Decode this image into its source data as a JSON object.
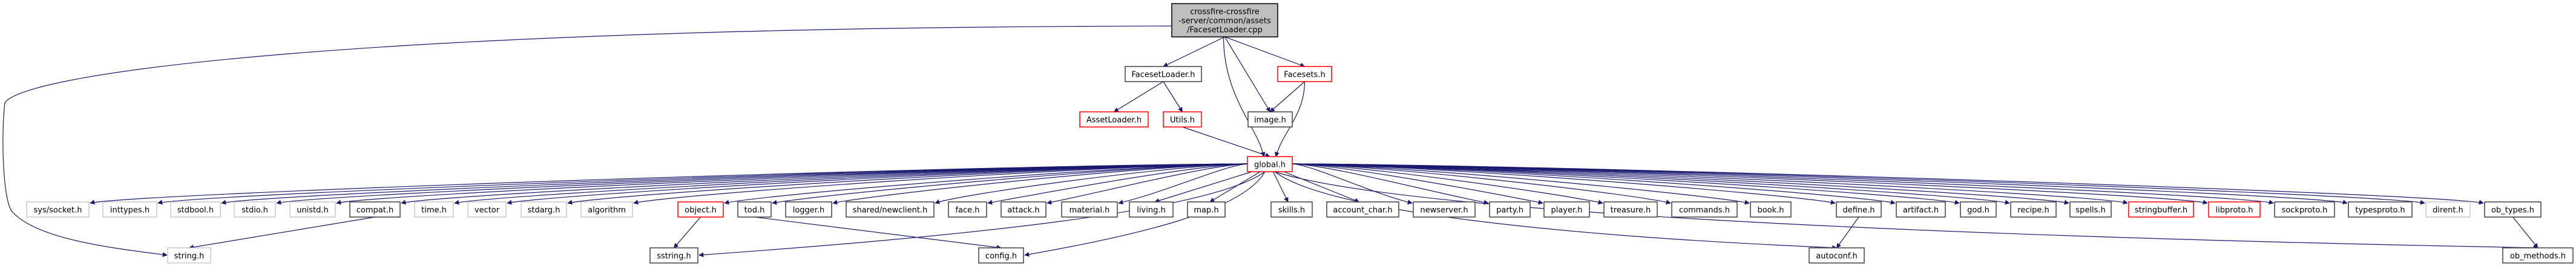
{
  "title": "Include dependency graph for FacesetLoader.cpp",
  "colors": {
    "edge": "#191970",
    "root_fill": "#bfbfbf",
    "border_root": "#000000",
    "border_documented": "#404040",
    "border_has_children": "#ff0000",
    "border_external": "#bfbfbf"
  },
  "nodes": [
    {
      "id": "root",
      "lines": [
        "crossfire-crossfire",
        "-server/common/assets",
        "/FacesetLoader.cpp"
      ],
      "kind": "root"
    },
    {
      "id": "FacesetLoader_h",
      "lines": [
        "FacesetLoader.h"
      ],
      "kind": "documented"
    },
    {
      "id": "Facesets_h",
      "lines": [
        "Facesets.h"
      ],
      "kind": "has_children"
    },
    {
      "id": "AssetLoader_h",
      "lines": [
        "AssetLoader.h"
      ],
      "kind": "has_children"
    },
    {
      "id": "Utils_h",
      "lines": [
        "Utils.h"
      ],
      "kind": "has_children"
    },
    {
      "id": "image_h",
      "lines": [
        "image.h"
      ],
      "kind": "documented"
    },
    {
      "id": "global_h",
      "lines": [
        "global.h"
      ],
      "kind": "has_children"
    },
    {
      "id": "sys_socket_h",
      "lines": [
        "sys/socket.h"
      ],
      "kind": "external"
    },
    {
      "id": "inttypes_h",
      "lines": [
        "inttypes.h"
      ],
      "kind": "external"
    },
    {
      "id": "stdbool_h",
      "lines": [
        "stdbool.h"
      ],
      "kind": "external"
    },
    {
      "id": "stdio_h",
      "lines": [
        "stdio.h"
      ],
      "kind": "external"
    },
    {
      "id": "unistd_h",
      "lines": [
        "unistd.h"
      ],
      "kind": "external"
    },
    {
      "id": "compat_h",
      "lines": [
        "compat.h"
      ],
      "kind": "documented"
    },
    {
      "id": "time_h",
      "lines": [
        "time.h"
      ],
      "kind": "external"
    },
    {
      "id": "vector",
      "lines": [
        "vector"
      ],
      "kind": "external"
    },
    {
      "id": "stdarg_h",
      "lines": [
        "stdarg.h"
      ],
      "kind": "external"
    },
    {
      "id": "algorithm",
      "lines": [
        "algorithm"
      ],
      "kind": "external"
    },
    {
      "id": "object_h",
      "lines": [
        "object.h"
      ],
      "kind": "has_children"
    },
    {
      "id": "tod_h",
      "lines": [
        "tod.h"
      ],
      "kind": "documented"
    },
    {
      "id": "logger_h",
      "lines": [
        "logger.h"
      ],
      "kind": "documented"
    },
    {
      "id": "newclient_h",
      "lines": [
        "shared/newclient.h"
      ],
      "kind": "documented"
    },
    {
      "id": "face_h",
      "lines": [
        "face.h"
      ],
      "kind": "documented"
    },
    {
      "id": "attack_h",
      "lines": [
        "attack.h"
      ],
      "kind": "documented"
    },
    {
      "id": "material_h",
      "lines": [
        "material.h"
      ],
      "kind": "documented"
    },
    {
      "id": "living_h",
      "lines": [
        "living.h"
      ],
      "kind": "documented"
    },
    {
      "id": "map_h",
      "lines": [
        "map.h"
      ],
      "kind": "documented"
    },
    {
      "id": "skills_h",
      "lines": [
        "skills.h"
      ],
      "kind": "documented"
    },
    {
      "id": "account_char_h",
      "lines": [
        "account_char.h"
      ],
      "kind": "documented"
    },
    {
      "id": "newserver_h",
      "lines": [
        "newserver.h"
      ],
      "kind": "documented"
    },
    {
      "id": "party_h",
      "lines": [
        "party.h"
      ],
      "kind": "documented"
    },
    {
      "id": "player_h",
      "lines": [
        "player.h"
      ],
      "kind": "documented"
    },
    {
      "id": "treasure_h",
      "lines": [
        "treasure.h"
      ],
      "kind": "documented"
    },
    {
      "id": "commands_h",
      "lines": [
        "commands.h"
      ],
      "kind": "documented"
    },
    {
      "id": "book_h",
      "lines": [
        "book.h"
      ],
      "kind": "documented"
    },
    {
      "id": "define_h",
      "lines": [
        "define.h"
      ],
      "kind": "documented"
    },
    {
      "id": "artifact_h",
      "lines": [
        "artifact.h"
      ],
      "kind": "documented"
    },
    {
      "id": "god_h",
      "lines": [
        "god.h"
      ],
      "kind": "documented"
    },
    {
      "id": "recipe_h",
      "lines": [
        "recipe.h"
      ],
      "kind": "documented"
    },
    {
      "id": "spells_h",
      "lines": [
        "spells.h"
      ],
      "kind": "documented"
    },
    {
      "id": "stringbuffer_h",
      "lines": [
        "stringbuffer.h"
      ],
      "kind": "has_children"
    },
    {
      "id": "libproto_h",
      "lines": [
        "libproto.h"
      ],
      "kind": "has_children"
    },
    {
      "id": "sockproto_h",
      "lines": [
        "sockproto.h"
      ],
      "kind": "documented"
    },
    {
      "id": "typesproto_h",
      "lines": [
        "typesproto.h"
      ],
      "kind": "documented"
    },
    {
      "id": "dirent_h",
      "lines": [
        "dirent.h"
      ],
      "kind": "external"
    },
    {
      "id": "ob_types_h",
      "lines": [
        "ob_types.h"
      ],
      "kind": "documented"
    },
    {
      "id": "string_h",
      "lines": [
        "string.h"
      ],
      "kind": "external"
    },
    {
      "id": "sstring_h",
      "lines": [
        "sstring.h"
      ],
      "kind": "documented"
    },
    {
      "id": "config_h",
      "lines": [
        "config.h"
      ],
      "kind": "documented"
    },
    {
      "id": "autoconf_h",
      "lines": [
        "autoconf.h"
      ],
      "kind": "documented"
    },
    {
      "id": "ob_methods_h",
      "lines": [
        "ob_methods.h"
      ],
      "kind": "documented"
    }
  ],
  "edges": [
    [
      "root",
      "FacesetLoader_h"
    ],
    [
      "root",
      "Facesets_h"
    ],
    [
      "root",
      "image_h"
    ],
    [
      "root",
      "global_h"
    ],
    [
      "root",
      "string_h"
    ],
    [
      "FacesetLoader_h",
      "AssetLoader_h"
    ],
    [
      "FacesetLoader_h",
      "Utils_h"
    ],
    [
      "Facesets_h",
      "image_h"
    ],
    [
      "Facesets_h",
      "global_h"
    ],
    [
      "Utils_h",
      "global_h"
    ],
    [
      "global_h",
      "sys_socket_h"
    ],
    [
      "global_h",
      "inttypes_h"
    ],
    [
      "global_h",
      "stdbool_h"
    ],
    [
      "global_h",
      "stdio_h"
    ],
    [
      "global_h",
      "unistd_h"
    ],
    [
      "global_h",
      "compat_h"
    ],
    [
      "global_h",
      "time_h"
    ],
    [
      "global_h",
      "vector"
    ],
    [
      "global_h",
      "stdarg_h"
    ],
    [
      "global_h",
      "algorithm"
    ],
    [
      "global_h",
      "sstring_h"
    ],
    [
      "global_h",
      "object_h"
    ],
    [
      "global_h",
      "tod_h"
    ],
    [
      "global_h",
      "logger_h"
    ],
    [
      "global_h",
      "newclient_h"
    ],
    [
      "global_h",
      "face_h"
    ],
    [
      "global_h",
      "attack_h"
    ],
    [
      "global_h",
      "material_h"
    ],
    [
      "global_h",
      "living_h"
    ],
    [
      "global_h",
      "map_h"
    ],
    [
      "global_h",
      "config_h"
    ],
    [
      "global_h",
      "skills_h"
    ],
    [
      "global_h",
      "account_char_h"
    ],
    [
      "global_h",
      "newserver_h"
    ],
    [
      "global_h",
      "party_h"
    ],
    [
      "global_h",
      "player_h"
    ],
    [
      "global_h",
      "treasure_h"
    ],
    [
      "global_h",
      "commands_h"
    ],
    [
      "global_h",
      "book_h"
    ],
    [
      "global_h",
      "autoconf_h"
    ],
    [
      "global_h",
      "define_h"
    ],
    [
      "global_h",
      "artifact_h"
    ],
    [
      "global_h",
      "god_h"
    ],
    [
      "global_h",
      "recipe_h"
    ],
    [
      "global_h",
      "spells_h"
    ],
    [
      "global_h",
      "stringbuffer_h"
    ],
    [
      "global_h",
      "libproto_h"
    ],
    [
      "global_h",
      "sockproto_h"
    ],
    [
      "global_h",
      "typesproto_h"
    ],
    [
      "global_h",
      "dirent_h"
    ],
    [
      "global_h",
      "ob_types_h"
    ],
    [
      "global_h",
      "ob_methods_h"
    ],
    [
      "compat_h",
      "string_h"
    ],
    [
      "object_h",
      "sstring_h"
    ],
    [
      "tod_h",
      "config_h"
    ],
    [
      "define_h",
      "autoconf_h"
    ],
    [
      "ob_types_h",
      "ob_methods_h"
    ]
  ]
}
